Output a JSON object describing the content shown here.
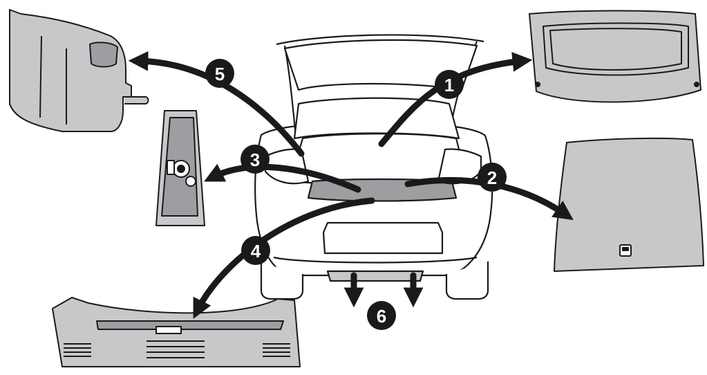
{
  "diagram": {
    "callouts": [
      {
        "id": "c1",
        "label": "1",
        "part": "rear-parcel-shelf"
      },
      {
        "id": "c2",
        "label": "2",
        "part": "trunk-floor-cover"
      },
      {
        "id": "c3",
        "label": "3",
        "part": "spare-wheel-tool-tray"
      },
      {
        "id": "c4",
        "label": "4",
        "part": "rear-sill-trim-panel"
      },
      {
        "id": "c5",
        "label": "5",
        "part": "side-trim-panel"
      },
      {
        "id": "c6",
        "label": "6",
        "part": "bumper-removal"
      }
    ]
  },
  "colors": {
    "outline": "#1a1a1a",
    "part_fill": "#c8c8ca",
    "part_fill_dark": "#9e9ea2",
    "badge": "#1a1a1a",
    "arrow": "#1a1a1a"
  }
}
